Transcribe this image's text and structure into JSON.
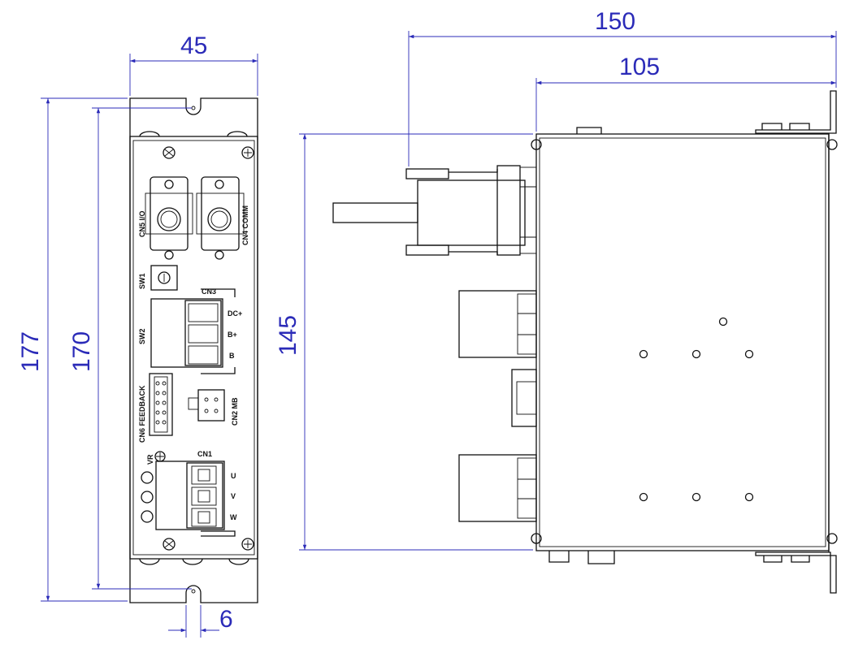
{
  "dimensions": {
    "front_width": "45",
    "front_height_overall": "177",
    "front_height_hole": "170",
    "slot_width": "6",
    "side_depth_overall": "150",
    "side_depth_body": "105",
    "side_height": "145"
  },
  "front_labels": {
    "cn5": "CN5 I/O",
    "cn4": "CN4 COMM",
    "sw1": "SW1",
    "cn3": "CN3",
    "dc_plus": "DC+",
    "b_plus": "B+",
    "b": "B",
    "sw2": "SW2",
    "cn6": "CN6 FEEDBACK",
    "cn2": "CN2 MB",
    "vr": "VR",
    "cn1": "CN1",
    "u": "U",
    "v": "V",
    "w": "W"
  },
  "colors": {
    "line": "#111111",
    "dimension": "#2b2bb8"
  }
}
